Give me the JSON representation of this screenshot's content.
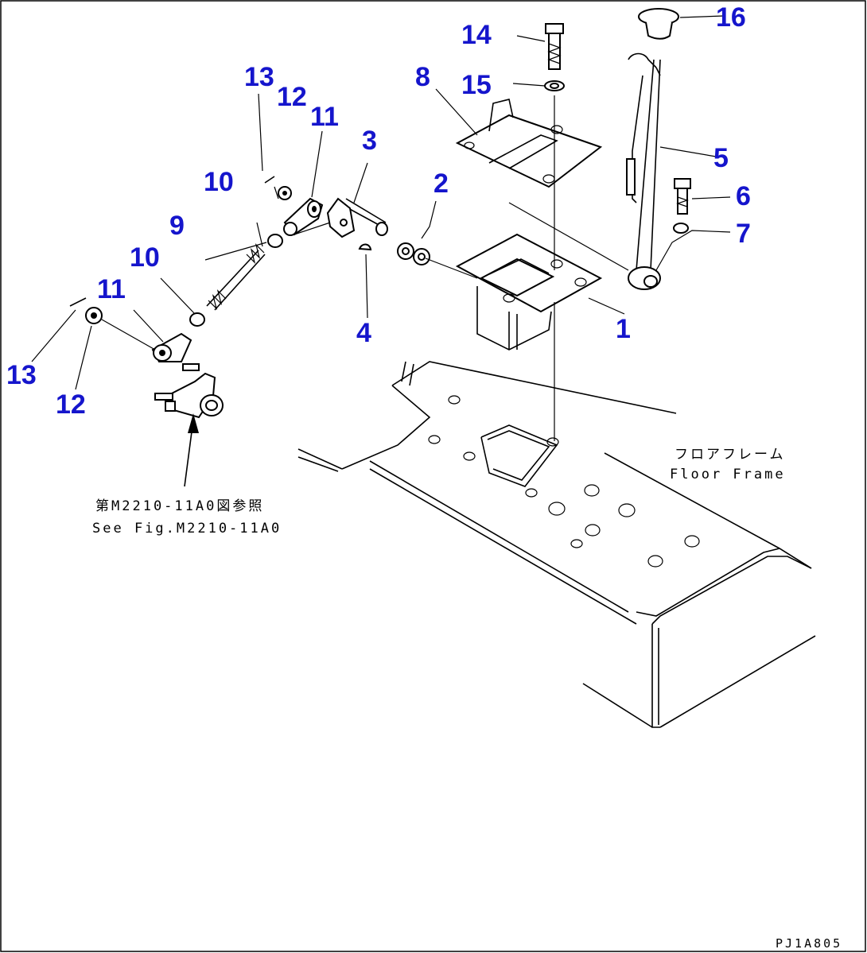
{
  "callouts": [
    {
      "id": "c1",
      "label": "1"
    },
    {
      "id": "c2",
      "label": "2"
    },
    {
      "id": "c3",
      "label": "3"
    },
    {
      "id": "c4",
      "label": "4"
    },
    {
      "id": "c5",
      "label": "5"
    },
    {
      "id": "c6",
      "label": "6"
    },
    {
      "id": "c7",
      "label": "7"
    },
    {
      "id": "c8",
      "label": "8"
    },
    {
      "id": "c9",
      "label": "9"
    },
    {
      "id": "c10a",
      "label": "10"
    },
    {
      "id": "c10b",
      "label": "10"
    },
    {
      "id": "c11a",
      "label": "11"
    },
    {
      "id": "c11b",
      "label": "11"
    },
    {
      "id": "c12a",
      "label": "12"
    },
    {
      "id": "c12b",
      "label": "12"
    },
    {
      "id": "c13a",
      "label": "13"
    },
    {
      "id": "c13b",
      "label": "13"
    },
    {
      "id": "c14",
      "label": "14"
    },
    {
      "id": "c15",
      "label": "15"
    },
    {
      "id": "c16",
      "label": "16"
    }
  ],
  "floor_frame": {
    "jp": "フロアフレーム",
    "en": "Floor Frame"
  },
  "reference": {
    "jp": "第M2210-11A0図参照",
    "en": "See Fig.M2210-11A0"
  },
  "drawing_code": "PJ1A805"
}
